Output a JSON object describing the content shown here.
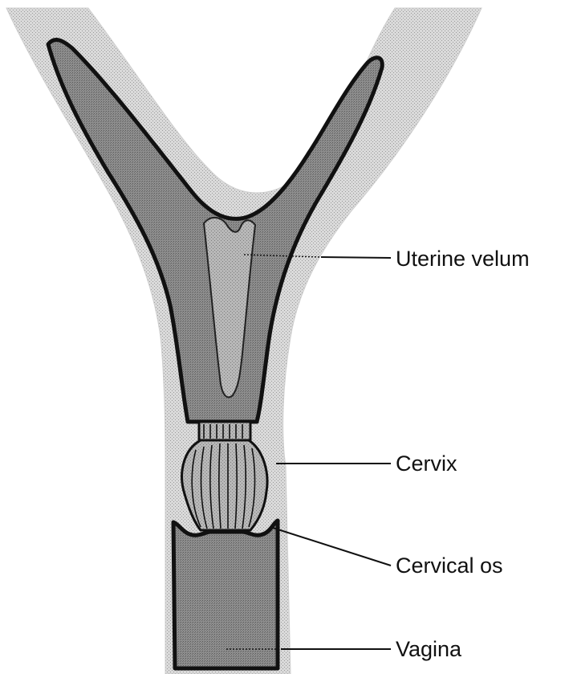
{
  "labels": {
    "uterine_velum": "Uterine velum",
    "cervix": "Cervix",
    "cervical_os": "Cervical os",
    "vagina": "Vagina"
  },
  "colors": {
    "outer_wall": "#d6d6d6",
    "lumen": "#8c8c8c",
    "velum": "#b4b4b4",
    "cervix_tissue": "#a8a8a8",
    "outline": "#111111",
    "background": "#ffffff"
  }
}
